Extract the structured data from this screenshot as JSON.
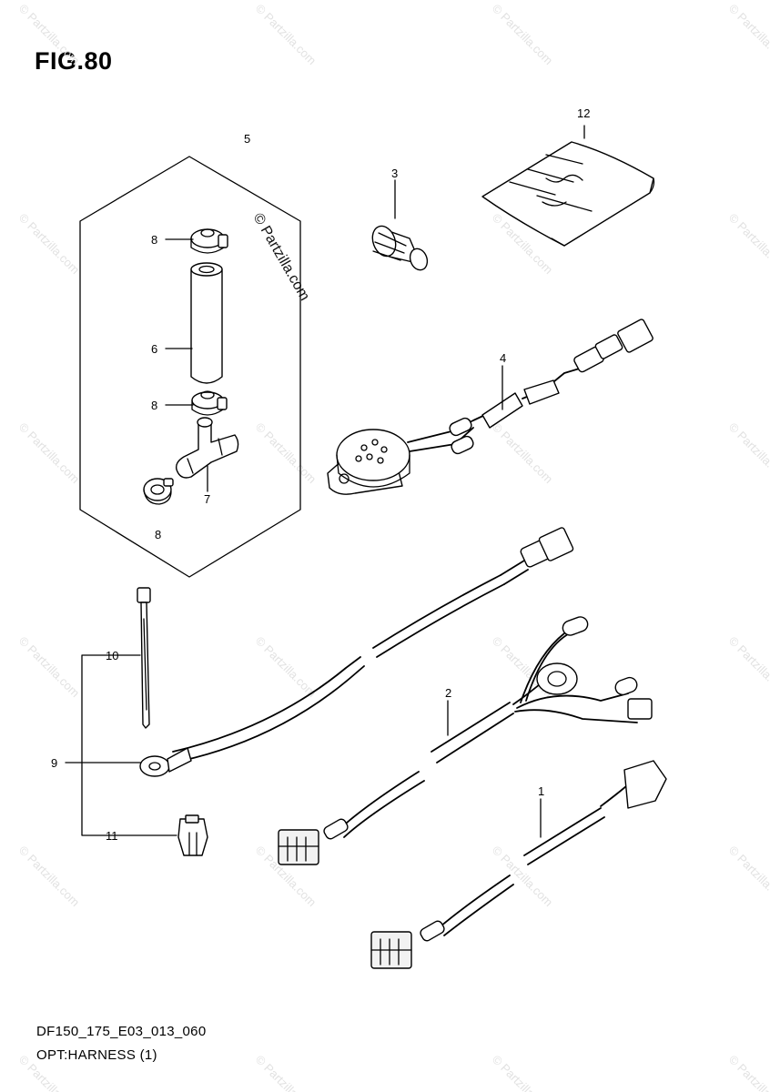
{
  "figure": {
    "title": "FIG.80",
    "drawing_code": "DF150_175_E03_013_060",
    "drawing_name": "OPT:HARNESS (1)"
  },
  "watermark": {
    "main": "© Partzilla.com",
    "tile": "© Partzilla.com"
  },
  "callouts": [
    {
      "id": "c1",
      "label": "1"
    },
    {
      "id": "c2",
      "label": "2"
    },
    {
      "id": "c3",
      "label": "3"
    },
    {
      "id": "c4",
      "label": "4"
    },
    {
      "id": "c5",
      "label": "5"
    },
    {
      "id": "c6",
      "label": "6"
    },
    {
      "id": "c7",
      "label": "7"
    },
    {
      "id": "c8a",
      "label": "8"
    },
    {
      "id": "c8b",
      "label": "8"
    },
    {
      "id": "c8c",
      "label": "8"
    },
    {
      "id": "c9",
      "label": "9"
    },
    {
      "id": "c10",
      "label": "10"
    },
    {
      "id": "c11",
      "label": "11"
    },
    {
      "id": "c12",
      "label": "12"
    }
  ]
}
